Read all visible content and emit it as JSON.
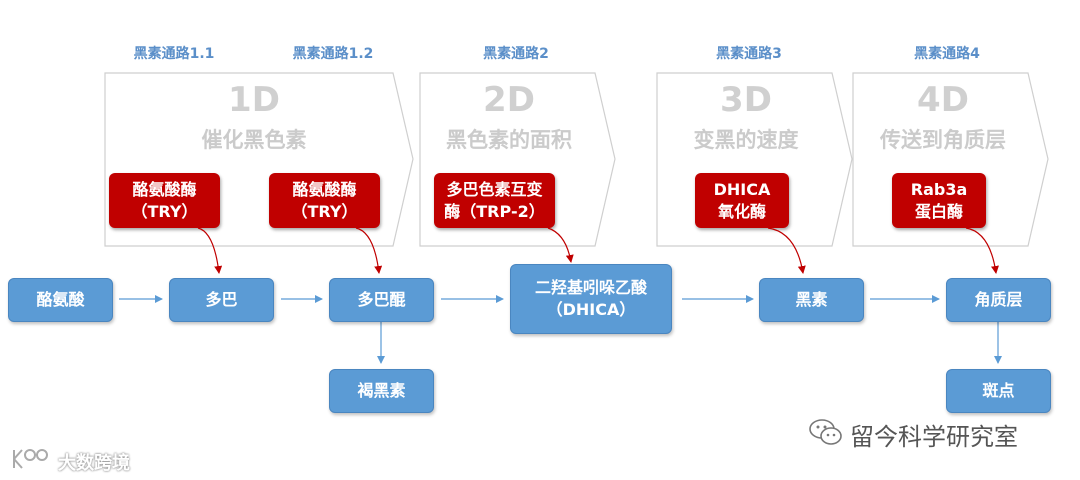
{
  "pathway_labels": [
    "黑素通路1.1",
    "黑素通路1.2",
    "黑素通路2",
    "黑素通路3",
    "黑素通路4"
  ],
  "stages": [
    {
      "num": "1D",
      "title": "催化黑色素"
    },
    {
      "num": "2D",
      "title": "黑色素的面积"
    },
    {
      "num": "3D",
      "title": "变黑的速度"
    },
    {
      "num": "4D",
      "title": "传送到角质层"
    }
  ],
  "enzymes": [
    {
      "line1": "酪氨酸酶",
      "line2": "（TRY）"
    },
    {
      "line1": "酪氨酸酶",
      "line2": "（TRY）"
    },
    {
      "line1": "多巴色素互变",
      "line2": "酶（TRP-2）"
    },
    {
      "line1": "DHICA",
      "line2": "氧化酶"
    },
    {
      "line1": "Rab3a",
      "line2": "蛋白酶"
    }
  ],
  "nodes": {
    "tyrosine": "酪氨酸",
    "dopa": "多巴",
    "dopaquinone": "多巴醌",
    "dhica_line1": "二羟基吲哚乙酸",
    "dhica_line2": "（DHICA）",
    "melanin": "黑素",
    "stratum": "角质层",
    "brown_melanin": "褐黑素",
    "spots": "斑点"
  },
  "watermarks": {
    "left": "大数跨境",
    "right": "留今科学研究室",
    "left_icon": "logo-icon",
    "right_icon": "wechat-icon"
  },
  "colors": {
    "node_blue": "#5b9bd5",
    "enzyme_red": "#c00000",
    "label_blue": "#5b8fc9",
    "chevron_gray": "#cfcfcf"
  }
}
